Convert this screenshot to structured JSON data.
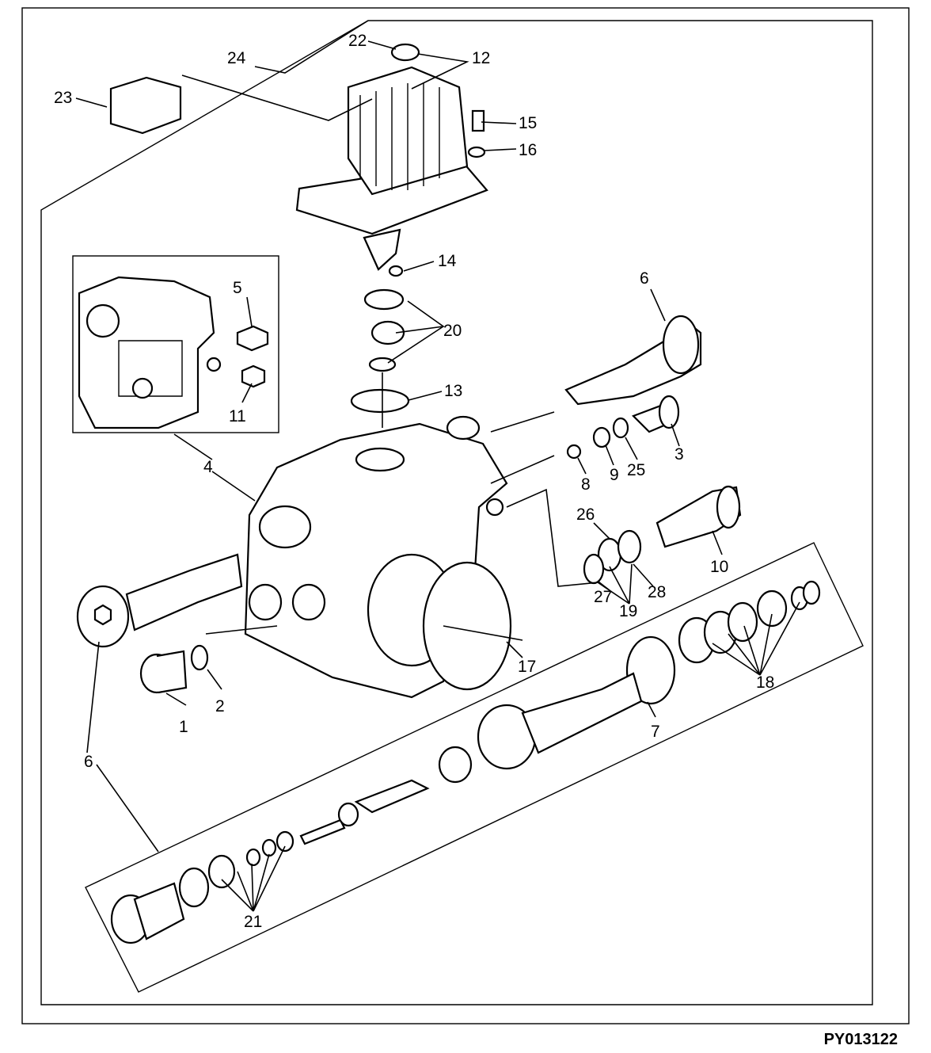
{
  "figure": {
    "reference_code": "PY013122",
    "callouts": [
      "1",
      "2",
      "3",
      "4",
      "5",
      "6",
      "6",
      "6",
      "7",
      "8",
      "9",
      "10",
      "11",
      "12",
      "13",
      "14",
      "15",
      "16",
      "17",
      "18",
      "19",
      "20",
      "21",
      "22",
      "23",
      "24",
      "25",
      "26",
      "27",
      "28"
    ]
  }
}
